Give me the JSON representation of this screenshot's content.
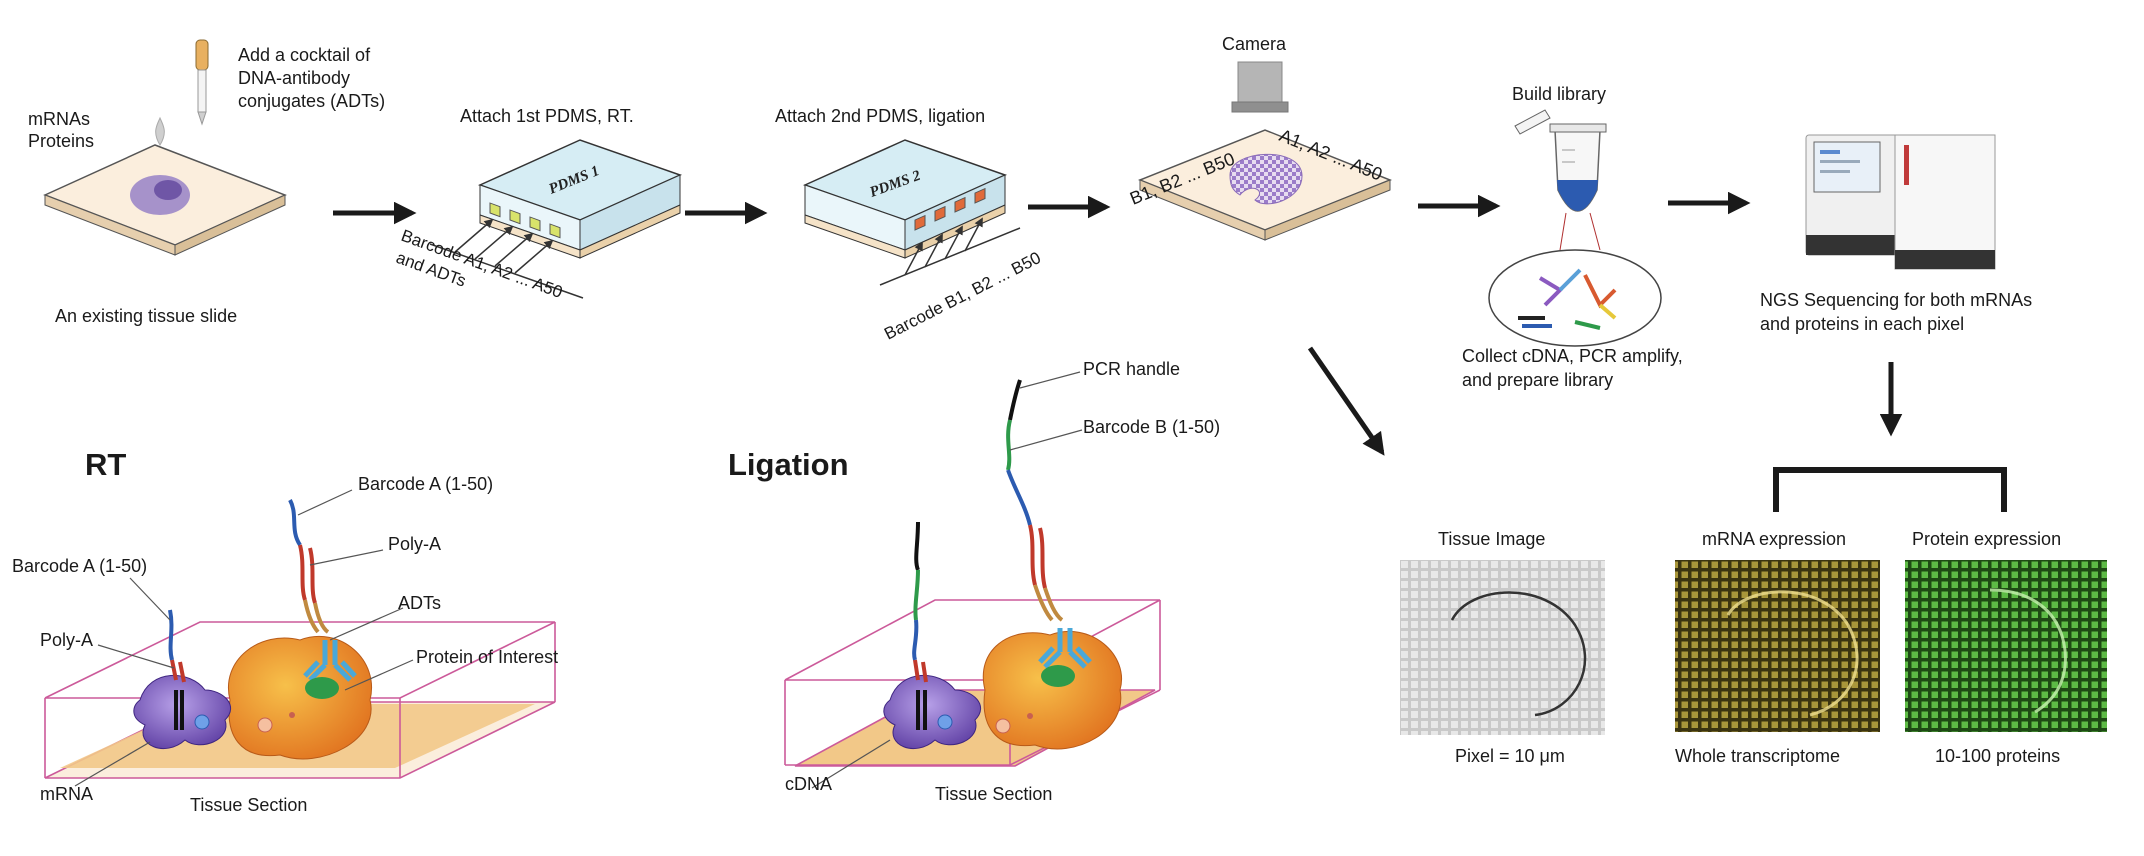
{
  "step1": {
    "labels": [
      "mRNAs",
      "Proteins"
    ],
    "add_cocktail": [
      "Add a cocktail of",
      "DNA-antibody",
      "conjugates (ADTs)"
    ],
    "caption": "An existing tissue slide"
  },
  "step2": {
    "title": "Attach 1st PDMS, RT.",
    "chip_label": "PDMS 1",
    "barcode_text": [
      "Barcode A1, A2 ... A50",
      "and ADTs"
    ]
  },
  "step3": {
    "title": "Attach 2nd PDMS, ligation",
    "chip_label": "PDMS 2",
    "barcode_text": "Barcode B1, B2 ... B50"
  },
  "step4": {
    "camera": "Camera",
    "label_b": "B1, B2 ... B50",
    "label_a": "A1, A2 ... A50"
  },
  "step5": {
    "title": "Build library",
    "caption": [
      "Collect cDNA, PCR amplify,",
      "and prepare library"
    ]
  },
  "step6": {
    "caption": [
      "NGS Sequencing for both mRNAs",
      "and proteins in each pixel"
    ]
  },
  "rt_panel": {
    "title": "RT",
    "labels": {
      "barcode_left": "Barcode A (1-50)",
      "polya_left": "Poly-A",
      "barcode_right": "Barcode A (1-50)",
      "polya_right": "Poly-A",
      "adts": "ADTs",
      "protein": "Protein of Interest",
      "mrna": "mRNA",
      "tissue": "Tissue Section"
    }
  },
  "ligation_panel": {
    "title": "Ligation",
    "labels": {
      "pcr_handle": "PCR handle",
      "barcode_b": "Barcode B (1-50)",
      "cdna": "cDNA",
      "tissue": "Tissue Section"
    }
  },
  "results": {
    "tissue_image": {
      "title": "Tissue Image",
      "caption": "Pixel = 10 μm"
    },
    "mrna": {
      "title": "mRNA expression",
      "caption": "Whole transcriptome"
    },
    "protein": {
      "title": "Protein expression",
      "caption": "10-100 proteins"
    }
  },
  "colors": {
    "slide_top": "#fbeedd",
    "pdms": "#d6edf4",
    "tissue_purple": "#8a6bb8",
    "tube_blue": "#2c5bb0",
    "mrna_map": "#b4a23c",
    "protein_map": "#4aa63a"
  }
}
